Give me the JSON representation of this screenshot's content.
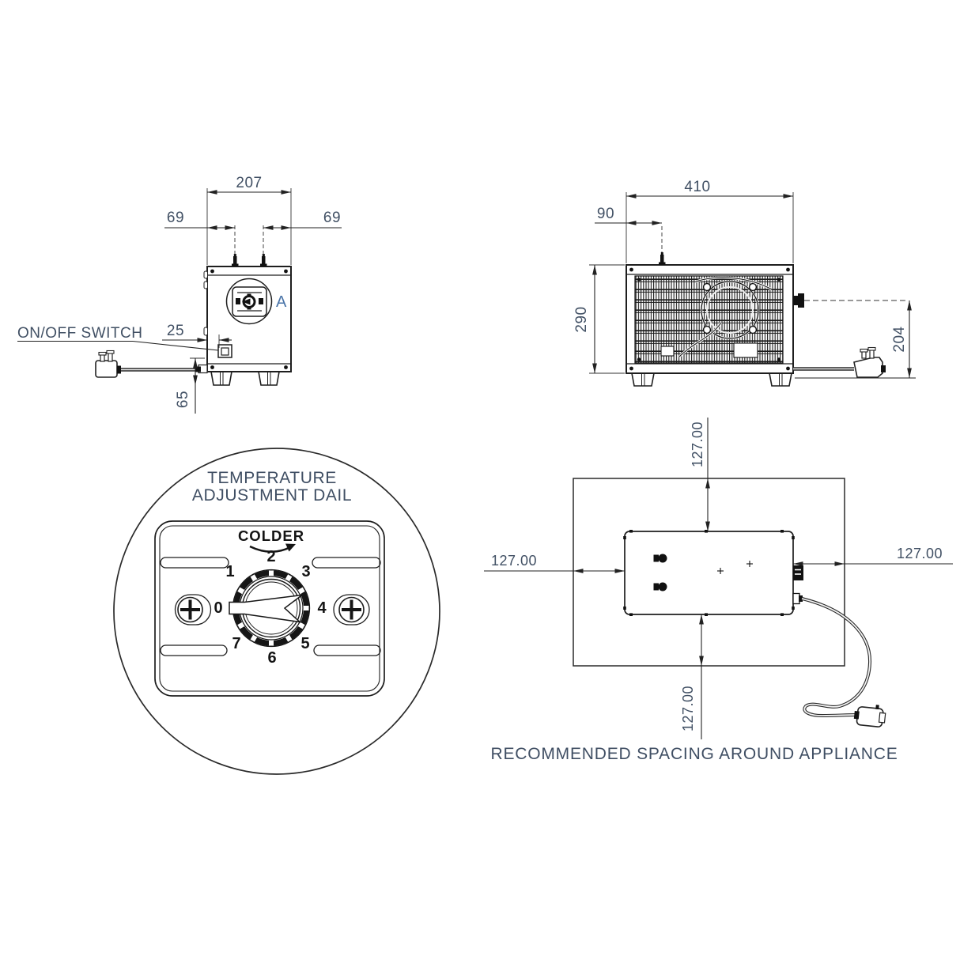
{
  "front_view": {
    "dim_width": "207",
    "dim_inlet_left": "69",
    "dim_inlet_right": "69",
    "dim_switch_offset": "25",
    "dim_cord_height": "65",
    "on_off_label": "ON/OFF SWITCH",
    "detail_marker": "A"
  },
  "side_view": {
    "dim_width": "410",
    "dim_inlet_offset": "90",
    "dim_height": "290",
    "dim_outlet_height": "204"
  },
  "dial_detail": {
    "title_line1": "TEMPERATURE",
    "title_line2": "ADJUSTMENT DAIL",
    "direction_label": "COLDER",
    "positions": [
      "0",
      "1",
      "2",
      "3",
      "4",
      "5",
      "6",
      "7"
    ]
  },
  "spacing_view": {
    "clearance_top": "127.00",
    "clearance_bottom": "127.00",
    "clearance_left": "127.00",
    "clearance_right": "127.00",
    "caption": "RECOMMENDED SPACING AROUND APPLIANCE"
  },
  "colors": {
    "line": "#1e1e1e",
    "dimension_text": "#415064",
    "detail_marker": "#4a74a8"
  }
}
